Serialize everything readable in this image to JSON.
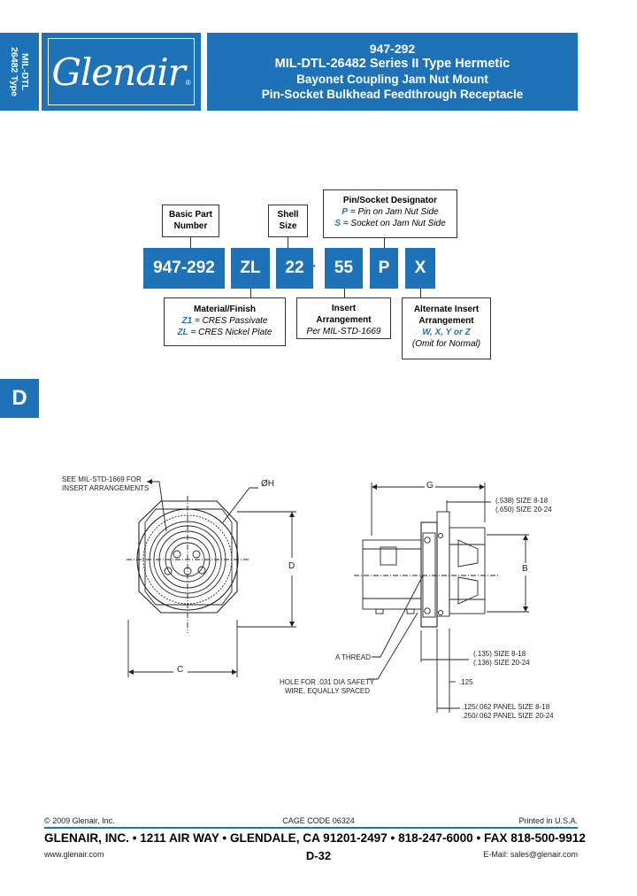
{
  "header": {
    "side_tab_line1": "MIL-DTL",
    "side_tab_line2": "26482 Type",
    "logo_text": "Glenair",
    "logo_reg": "®",
    "title_line1": "947-292",
    "title_line2": "MIL-DTL-26482 Series II Type Hermetic",
    "title_line3": "Bayonet Coupling Jam Nut Mount",
    "title_line4": "Pin-Socket Bulkhead Feedthrough Receptacle"
  },
  "part_number": {
    "basic_label_1": "Basic Part",
    "basic_label_2": "Number",
    "shell_label_1": "Shell",
    "shell_label_2": "Size",
    "pin_socket_title": "Pin/Socket Designator",
    "pin_code": "P",
    "pin_desc": " = Pin on Jam Nut Side",
    "socket_code": "S",
    "socket_desc": " = Socket on Jam Nut Side",
    "seg_basic": "947-292",
    "seg_finish": "ZL",
    "seg_shell": "22",
    "seg_dash": "-",
    "seg_insert": "55",
    "seg_pin": "P",
    "seg_alt": "X",
    "material_title": "Material/Finish",
    "z1_code": "Z1",
    "z1_desc": " = CRES Passivate",
    "zl_code": "ZL",
    "zl_desc": " = CRES Nickel Plate",
    "insert_title_1": "Insert",
    "insert_title_2": "Arrangement",
    "insert_ref": "Per MIL-STD-1669",
    "alt_title_1": "Alternate Insert",
    "alt_title_2": "Arrangement",
    "alt_codes": "W, X, Y or Z",
    "alt_note": "(Omit for Normal)"
  },
  "section_tab": "D",
  "drawing": {
    "see_std_1": "SEE MIL-STD-1669 FOR",
    "see_std_2": "INSERT ARRANGEMENTS",
    "dia_h": "ØH",
    "dim_d": "D",
    "dim_c": "C",
    "dim_g": "G",
    "dim_b": "B",
    "panel_a_1": "(.538)  SIZE  8-18",
    "panel_a_2": "(.650)  SIZE  20-24",
    "a_thread": "A THREAD",
    "hole_1": "HOLE FOR .031 DIA SAFETY",
    "hole_2": "WIRE, EQUALLY SPACED",
    "dim_b_1": "(.135)  SIZE  8-18",
    "dim_b_2": "(.136)  SIZE  20-24",
    "dim_125": ".125",
    "panel_1": ".125/.062  PANEL  SIZE  8-18",
    "panel_2": ".250/.062  PANEL  SIZE  20-24"
  },
  "footer": {
    "copyright": "© 2009 Glenair, Inc.",
    "cage": "CAGE CODE 06324",
    "printed": "Printed in U.S.A.",
    "address": "GLENAIR, INC. • 1211 AIR WAY • GLENDALE, CA 91201-2497 • 818-247-6000 • FAX 818-500-9912",
    "website": "www.glenair.com",
    "page": "D-32",
    "email": "E-Mail:  sales@glenair.com"
  },
  "colors": {
    "brand_blue": "#1e73b8"
  }
}
